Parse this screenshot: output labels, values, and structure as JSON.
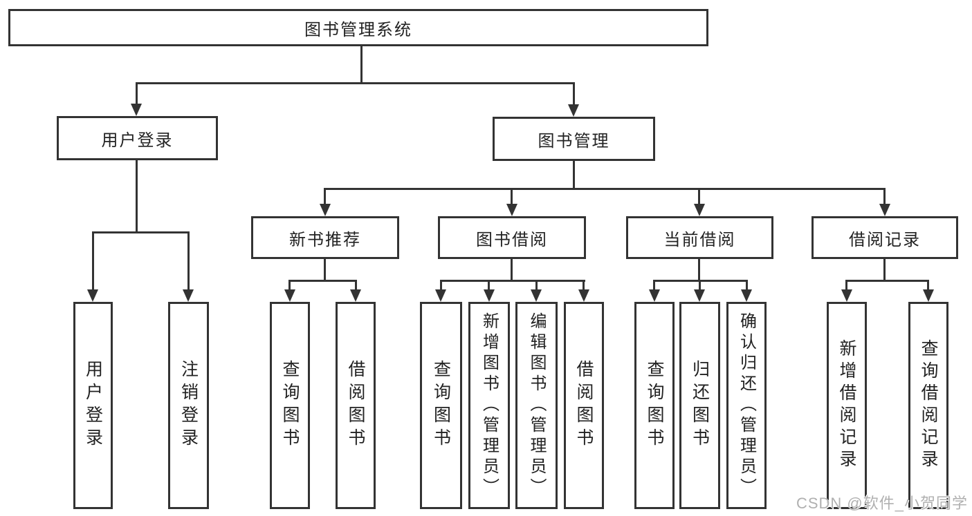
{
  "diagram": {
    "type": "hierarchy-tree",
    "title": "图书管理系统"
  },
  "nodes": {
    "root": "图书管理系统",
    "user_login_group": "用户登录",
    "book_management": "图书管理",
    "new_book_recommend": "新书推荐",
    "book_borrowing": "图书借阅",
    "current_borrowing": "当前借阅",
    "borrowing_records": "借阅记录",
    "user_login": "用户登录",
    "logout": "注销登录",
    "query_book_a": "查询图书",
    "borrow_book_a": "借阅图书",
    "query_book_b": "查询图书",
    "add_book_admin": "新增图书（管理员）",
    "edit_book_admin": "编辑图书（管理员）",
    "borrow_book_b": "借阅图书",
    "query_book_c": "查询图书",
    "return_book": "归还图书",
    "confirm_return_admin": "确认归还（管理员）",
    "add_borrow_record": "新增借阅记录",
    "query_borrow_record": "查询借阅记录"
  },
  "hierarchy": {
    "图书管理系统": {
      "用户登录": [
        "用户登录",
        "注销登录"
      ],
      "图书管理": {
        "新书推荐": [
          "查询图书",
          "借阅图书"
        ],
        "图书借阅": [
          "查询图书",
          "新增图书（管理员）",
          "编辑图书（管理员）",
          "借阅图书"
        ],
        "当前借阅": [
          "查询图书",
          "归还图书",
          "确认归还（管理员）"
        ],
        "借阅记录": [
          "新增借阅记录",
          "查询借阅记录"
        ]
      }
    }
  },
  "watermark": {
    "text": "CSDN @软件_小贺同学",
    "color": "#b0b0b0"
  },
  "colors": {
    "line": "#333333",
    "text": "#222222",
    "background": "#ffffff"
  }
}
